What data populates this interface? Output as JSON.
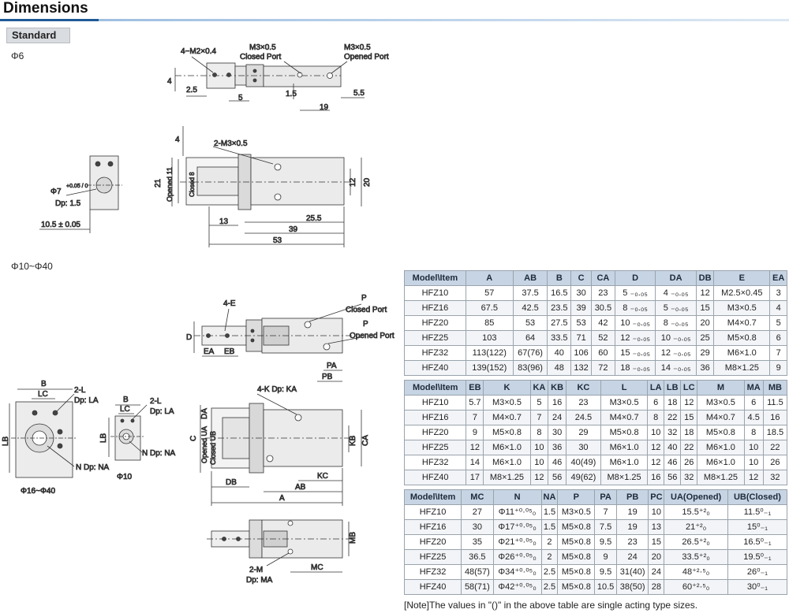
{
  "header": {
    "title": "Dimensions"
  },
  "section": {
    "label": "Standard"
  },
  "phi6": {
    "label": "Φ6",
    "top_view": {
      "thread_left": "4−M2×0.4",
      "closed_port": "M3×0.5",
      "closed_port_label": "Closed Port",
      "opened_port": "M3×0.5",
      "opened_port_label": "Opened Port",
      "d4": "4",
      "d2_5": "2.5",
      "d5": "5",
      "d1_5": "1.5",
      "d19": "19",
      "d5_5": "5.5"
    },
    "end_view": {
      "bore": "Φ7",
      "bore_tol": "+0.05 / 0",
      "depth": "Dp: 1.5",
      "offset": "10.5 ± 0.05"
    },
    "side_view": {
      "d4": "4",
      "thread": "2-M3×0.5",
      "opened": "Opened 11",
      "closed": "Closed 8",
      "d21": "21",
      "d12": "12",
      "d20": "20",
      "d13": "13",
      "d25_5": "25.5",
      "d39": "39",
      "d53": "53"
    }
  },
  "phi10_40": {
    "label": "Φ10~Φ40",
    "top_view": {
      "thread": "4-E",
      "p_closed": "P",
      "closed_port": "Closed Port",
      "p_opened": "P",
      "opened_port": "Opened Port",
      "D": "D",
      "EA": "EA",
      "EB": "EB",
      "PA": "PA",
      "PB": "PB"
    },
    "end_view_large": {
      "B": "B",
      "LC": "LC",
      "L": "2-L",
      "L_dp": "Dp: LA",
      "LB": "LB",
      "N": "N  Dp: NA",
      "caption": "Φ16~Φ40"
    },
    "end_view_small": {
      "B": "B",
      "LC": "LC",
      "L": "2-L",
      "L_dp": "Dp: LA",
      "LB": "LB",
      "N": "N  Dp: NA",
      "caption": "Φ10"
    },
    "side_view": {
      "K": "4-K Dp: KA",
      "C": "C",
      "DA": "DA",
      "UA": "Opened UA",
      "UB": "Closed UB",
      "KB": "KB",
      "CA": "CA",
      "DB": "DB",
      "KC": "KC",
      "AB": "AB",
      "A": "A"
    },
    "bottom_view": {
      "MB": "MB",
      "M": "2-M",
      "M_dp": "Dp: MA",
      "MC": "MC"
    }
  },
  "table1": {
    "headers": [
      "Model\\Item",
      "A",
      "AB",
      "B",
      "C",
      "CA",
      "D",
      "DA",
      "DB",
      "E",
      "EA"
    ],
    "rows": [
      [
        "HFZ10",
        "57",
        "37.5",
        "16.5",
        "30",
        "23",
        "5 ₋₀.₀₅",
        "4 ₋₀.₀₅",
        "12",
        "M2.5×0.45",
        "3"
      ],
      [
        "HFZ16",
        "67.5",
        "42.5",
        "23.5",
        "39",
        "30.5",
        "8 ₋₀.₀₅",
        "5 ₋₀.₀₅",
        "15",
        "M3×0.5",
        "4"
      ],
      [
        "HFZ20",
        "85",
        "53",
        "27.5",
        "53",
        "42",
        "10 ₋₀.₀₅",
        "8 ₋₀.₀₅",
        "20",
        "M4×0.7",
        "5"
      ],
      [
        "HFZ25",
        "103",
        "64",
        "33.5",
        "71",
        "52",
        "12 ₋₀.₀₅",
        "10 ₋₀.₀₅",
        "25",
        "M5×0.8",
        "6"
      ],
      [
        "HFZ32",
        "113(122)",
        "67(76)",
        "40",
        "106",
        "60",
        "15 ₋₀.₀₅",
        "12 ₋₀.₀₅",
        "29",
        "M6×1.0",
        "7"
      ],
      [
        "HFZ40",
        "139(152)",
        "83(96)",
        "48",
        "132",
        "72",
        "18 ₋₀.₀₅",
        "14 ₋₀.₀₅",
        "36",
        "M8×1.25",
        "9"
      ]
    ]
  },
  "table2": {
    "headers": [
      "Model\\Item",
      "EB",
      "K",
      "KA",
      "KB",
      "KC",
      "L",
      "LA",
      "LB",
      "LC",
      "M",
      "MA",
      "MB"
    ],
    "rows": [
      [
        "HFZ10",
        "5.7",
        "M3×0.5",
        "5",
        "16",
        "23",
        "M3×0.5",
        "6",
        "18",
        "12",
        "M3×0.5",
        "6",
        "11.5"
      ],
      [
        "HFZ16",
        "7",
        "M4×0.7",
        "7",
        "24",
        "24.5",
        "M4×0.7",
        "8",
        "22",
        "15",
        "M4×0.7",
        "4.5",
        "16"
      ],
      [
        "HFZ20",
        "9",
        "M5×0.8",
        "8",
        "30",
        "29",
        "M5×0.8",
        "10",
        "32",
        "18",
        "M5×0.8",
        "8",
        "18.5"
      ],
      [
        "HFZ25",
        "12",
        "M6×1.0",
        "10",
        "36",
        "30",
        "M6×1.0",
        "12",
        "40",
        "22",
        "M6×1.0",
        "10",
        "22"
      ],
      [
        "HFZ32",
        "14",
        "M6×1.0",
        "10",
        "46",
        "40(49)",
        "M6×1.0",
        "12",
        "46",
        "26",
        "M6×1.0",
        "10",
        "26"
      ],
      [
        "HFZ40",
        "17",
        "M8×1.25",
        "12",
        "56",
        "49(62)",
        "M8×1.25",
        "16",
        "56",
        "32",
        "M8×1.25",
        "12",
        "32"
      ]
    ]
  },
  "table3": {
    "headers": [
      "Model\\Item",
      "MC",
      "N",
      "NA",
      "P",
      "PA",
      "PB",
      "PC",
      "UA(Opened)",
      "UB(Closed)"
    ],
    "rows": [
      [
        "HFZ10",
        "27",
        "Φ11⁺⁰·⁰⁵₀",
        "1.5",
        "M3×0.5",
        "7",
        "19",
        "10",
        "15.5⁺²₀",
        "11.5⁰₋₁"
      ],
      [
        "HFZ16",
        "30",
        "Φ17⁺⁰·⁰⁵₀",
        "1.5",
        "M5×0.8",
        "7.5",
        "19",
        "13",
        "21⁺²₀",
        "15⁰₋₁"
      ],
      [
        "HFZ20",
        "35",
        "Φ21⁺⁰·⁰⁵₀",
        "2",
        "M5×0.8",
        "9.5",
        "23",
        "15",
        "26.5⁺²₀",
        "16.5⁰₋₁"
      ],
      [
        "HFZ25",
        "36.5",
        "Φ26⁺⁰·⁰⁵₀",
        "2",
        "M5×0.8",
        "9",
        "24",
        "20",
        "33.5⁺²₀",
        "19.5⁰₋₁"
      ],
      [
        "HFZ32",
        "48(57)",
        "Φ34⁺⁰·⁰⁵₀",
        "2.5",
        "M5×0.8",
        "9.5",
        "31(40)",
        "24",
        "48⁺²·⁵₀",
        "26⁰₋₁"
      ],
      [
        "HFZ40",
        "58(71)",
        "Φ42⁺⁰·⁰⁵₀",
        "2.5",
        "M5×0.8",
        "10.5",
        "38(50)",
        "28",
        "60⁺²·⁵₀",
        "30⁰₋₁"
      ]
    ]
  },
  "note": "[Note]The values in \"()\" in the above table are single acting type sizes."
}
